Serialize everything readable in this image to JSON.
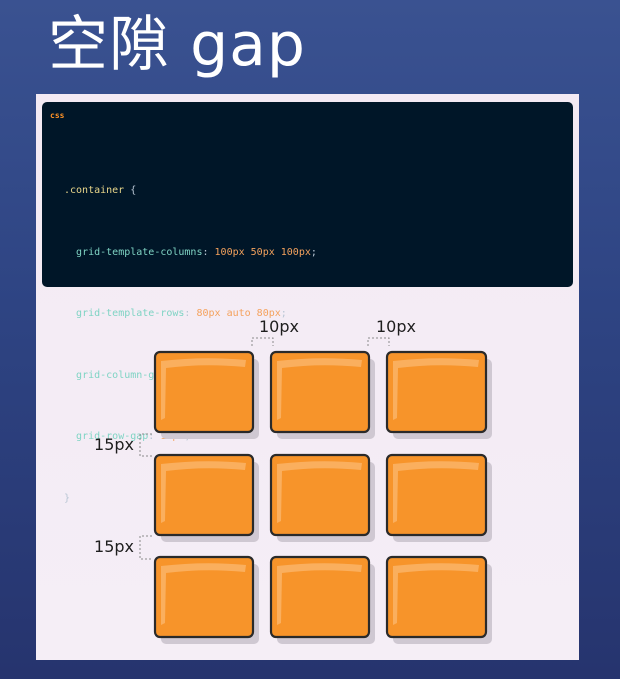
{
  "slide": {
    "title": "空隙 gap"
  },
  "code": {
    "lang": "css",
    "selector": ".container",
    "open_brace": "{",
    "close_brace": "}",
    "lines": [
      {
        "prop": "grid-template-columns",
        "value": "100px 50px 100px"
      },
      {
        "prop": "grid-template-rows",
        "value": "80px auto 80px"
      },
      {
        "prop": "grid-column-gap",
        "value": "10px"
      },
      {
        "prop": "grid-row-gap",
        "value": "15px"
      }
    ]
  },
  "diagram": {
    "column_gap_labels": [
      "10px",
      "10px"
    ],
    "row_gap_labels": [
      "15px",
      "15px"
    ],
    "grid": {
      "rows": 3,
      "columns": 3
    },
    "colors": {
      "cell_fill": "#f7942a",
      "cell_highlight": "#fbb870",
      "cell_border": "#2a2a2a",
      "cell_shadow": "#cfc8d2",
      "bracket": "#8a8a8a"
    }
  }
}
